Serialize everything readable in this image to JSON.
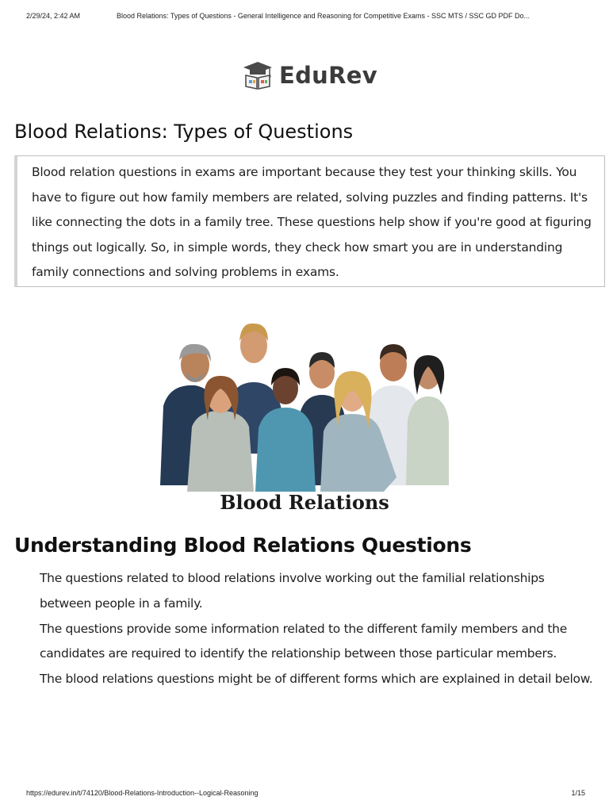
{
  "header": {
    "date": "2/29/24, 2:42 AM",
    "title": "Blood Relations: Types of Questions - General Intelligence and Reasoning for Competitive Exams - SSC MTS / SSC GD PDF Do..."
  },
  "logo": {
    "text": "EduRev",
    "icon": "graduation-cap-book-icon"
  },
  "page_title": "Blood Relations: Types of Questions",
  "intro": "Blood relation questions in exams are important because they test your thinking skills. You have to figure out how family members are related, solving puzzles and finding patterns. It's like connecting the dots in a family tree. These questions help show if you're good at figuring things out logically. So, in simple words, they check how smart you are in understanding family connections and solving problems in exams.",
  "illustration": {
    "caption": "Blood Relations"
  },
  "section": {
    "heading": "Understanding Blood Relations Questions",
    "paragraphs": [
      "The questions related to blood relations involve working out the familial relationships between people in a family.",
      "The questions provide some information related to the different family members and the candidates are required to identify the relationship between those particular members.",
      "The blood relations questions might be of different forms which are explained in detail below."
    ]
  },
  "footer": {
    "url": "https://edurev.in/t/74120/Blood-Relations-Introduction--Logical-Reasoning",
    "page": "1/15"
  },
  "colors": {
    "logo_text": "#3b3b3b",
    "box_border": "#bfbfbf",
    "text": "#1f1f1f"
  }
}
